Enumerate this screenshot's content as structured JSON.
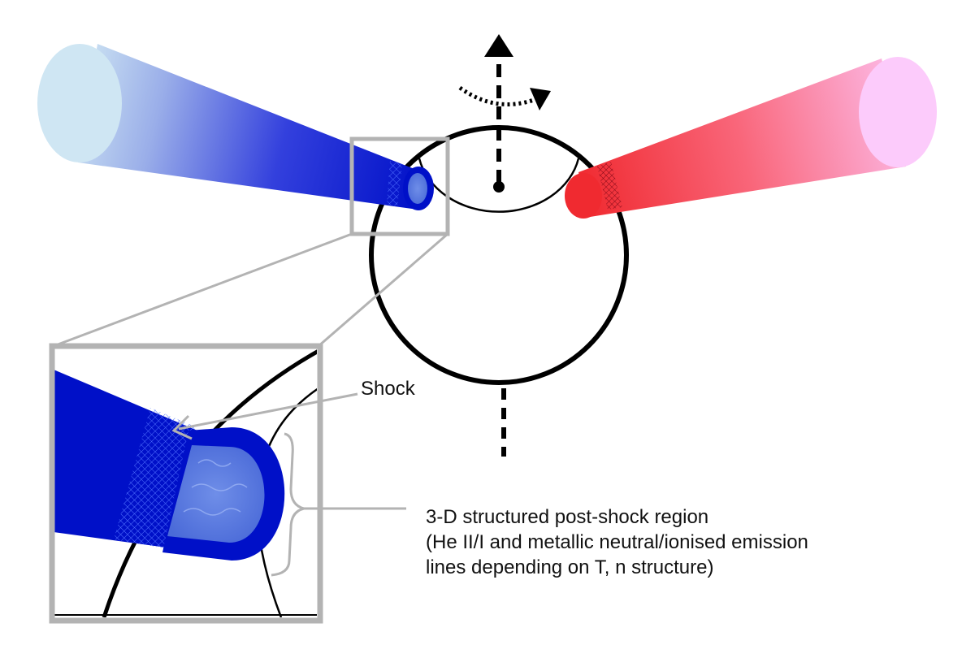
{
  "labels": {
    "shock": "Shock",
    "postshock_line1": "3-D structured post-shock region",
    "postshock_line2": "(He II/I  and metallic neutral/ionised emission",
    "postshock_line3": "lines depending on T, n structure)"
  },
  "colors": {
    "blue_jet": "#0010c8",
    "blue_jet_end": "#cfe6f3",
    "red_jet": "#f02a30",
    "red_jet_end": "#fbcdfb",
    "inset_frame": "#b3b3b3",
    "star_outline": "#000000"
  },
  "icons": {
    "rotation_axis": "dashed-arrow-up-icon",
    "rotation_direction": "dotted-curved-arrow-icon"
  }
}
